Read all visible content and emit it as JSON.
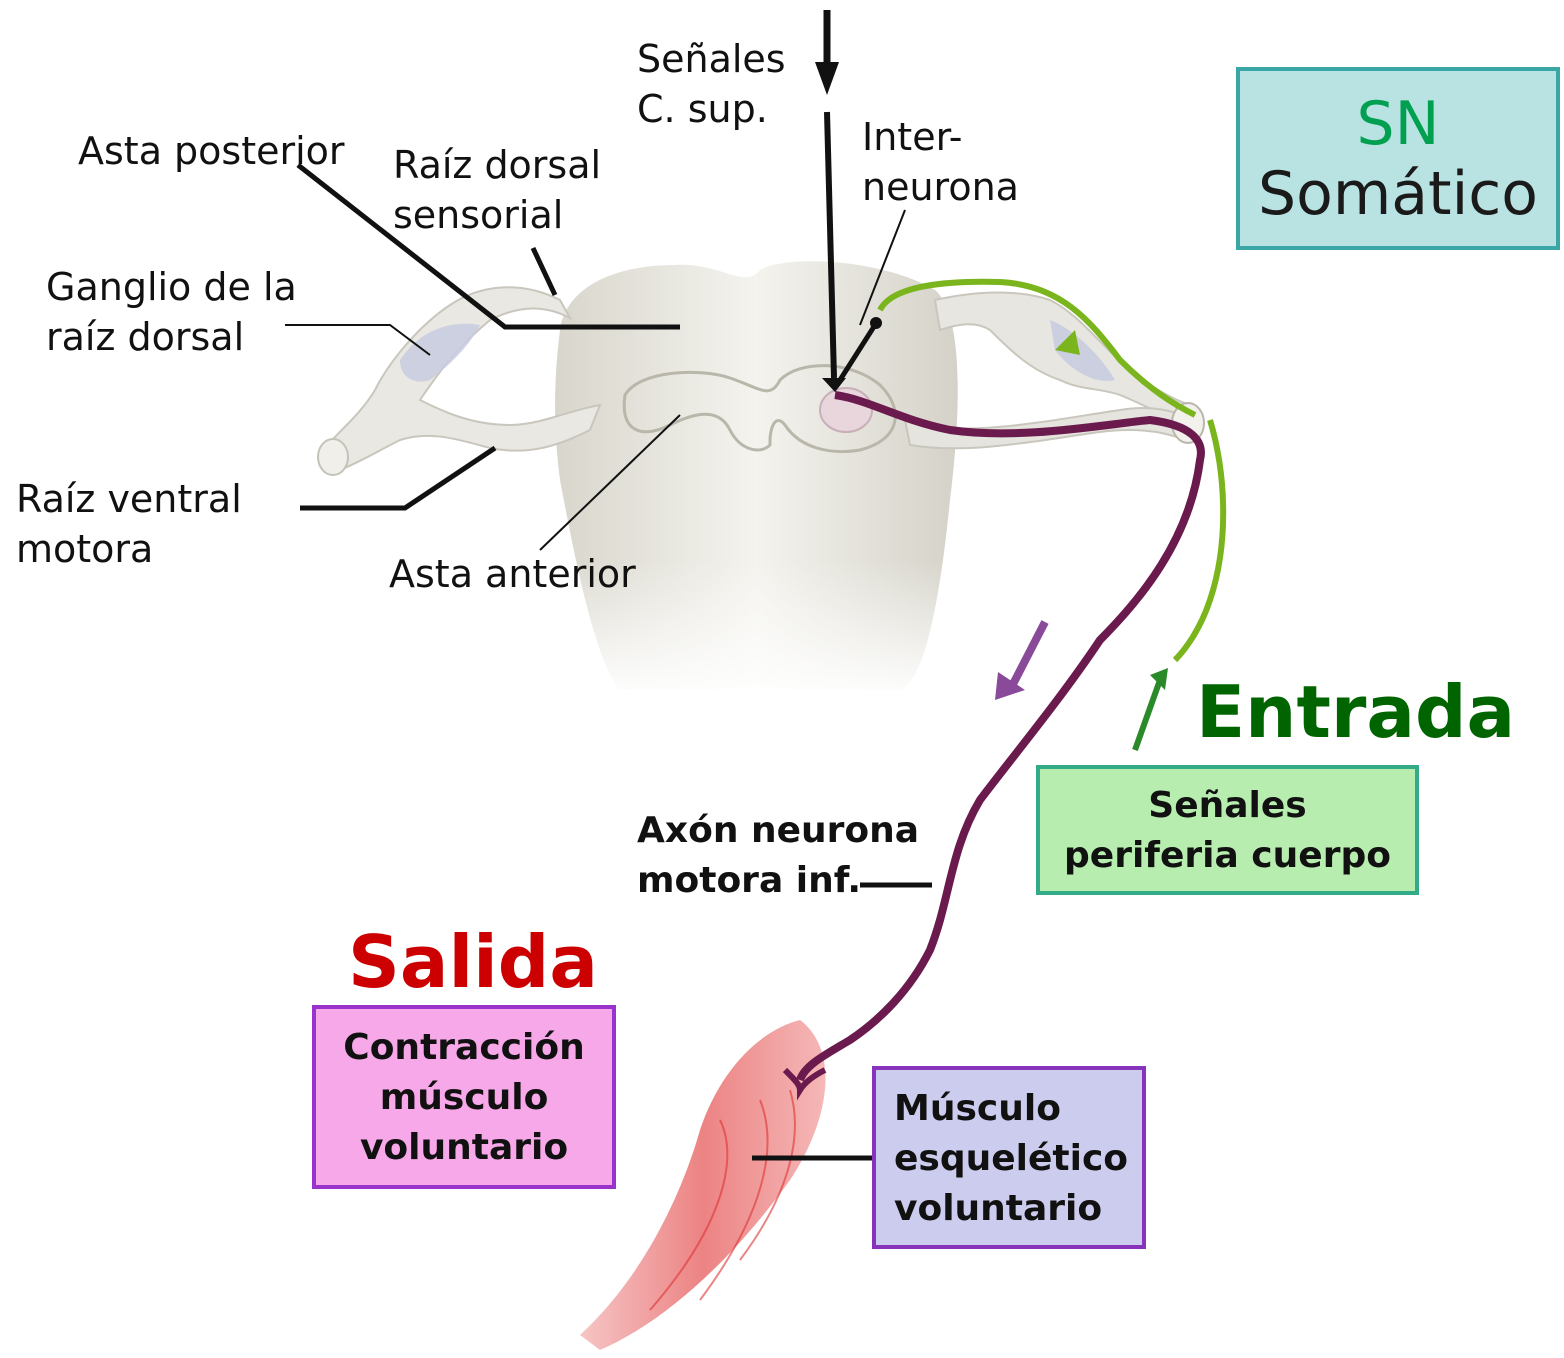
{
  "labels": {
    "senales_c_sup": "Señales\nC. sup.",
    "inter_neurona": "Inter-\nneurona",
    "asta_posterior": "Asta posterior",
    "raiz_dorsal": "Raíz dorsal\nsensorial",
    "ganglio": "Ganglio de la\nraíz dorsal",
    "raiz_ventral": "Raíz ventral\nmotora",
    "asta_anterior": "Asta anterior",
    "axon": "Axón neurona\nmotora inf."
  },
  "boxes": {
    "sn_somatico": {
      "line1": "SN",
      "line2": "Somático"
    },
    "entrada_title": "Entrada",
    "entrada_box": "Señales\nperiferia cuerpo",
    "salida_title": "Salida",
    "salida_box": "Contracción\nmúsculo\nvoluntario",
    "musculo_box": "Músculo\nesquelético\nvoluntario"
  },
  "colors": {
    "sensory": "#7ab51d",
    "motor": "#6b1a4e",
    "entrada_title": "#006400",
    "salida_title": "#cc0000",
    "sn_box_fill": "#b9e3e3",
    "sn_box_border": "#3aa6a6",
    "sn_accent": "#00a050",
    "entrada_box_fill": "#b8edb0",
    "entrada_box_border": "#33aa88",
    "salida_box_fill": "#f7a8e8",
    "salida_box_border": "#9933cc",
    "musculo_box_fill": "#ccccee",
    "musculo_box_border": "#8833bb"
  }
}
